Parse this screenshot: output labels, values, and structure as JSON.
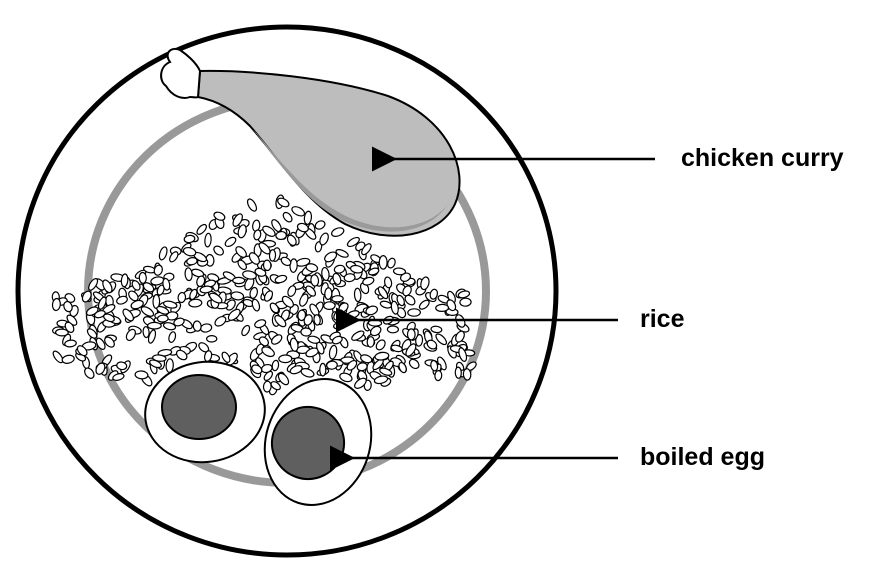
{
  "labels": {
    "chicken": "chicken curry",
    "rice": "rice",
    "egg": "boiled egg"
  },
  "colors": {
    "outline": "#000000",
    "plate_ring": "#999999",
    "chicken_fill": "#bdbdbd",
    "chicken_shadow": "#9a9a9a",
    "yolk": "#5f5f5f",
    "white": "#ffffff"
  }
}
